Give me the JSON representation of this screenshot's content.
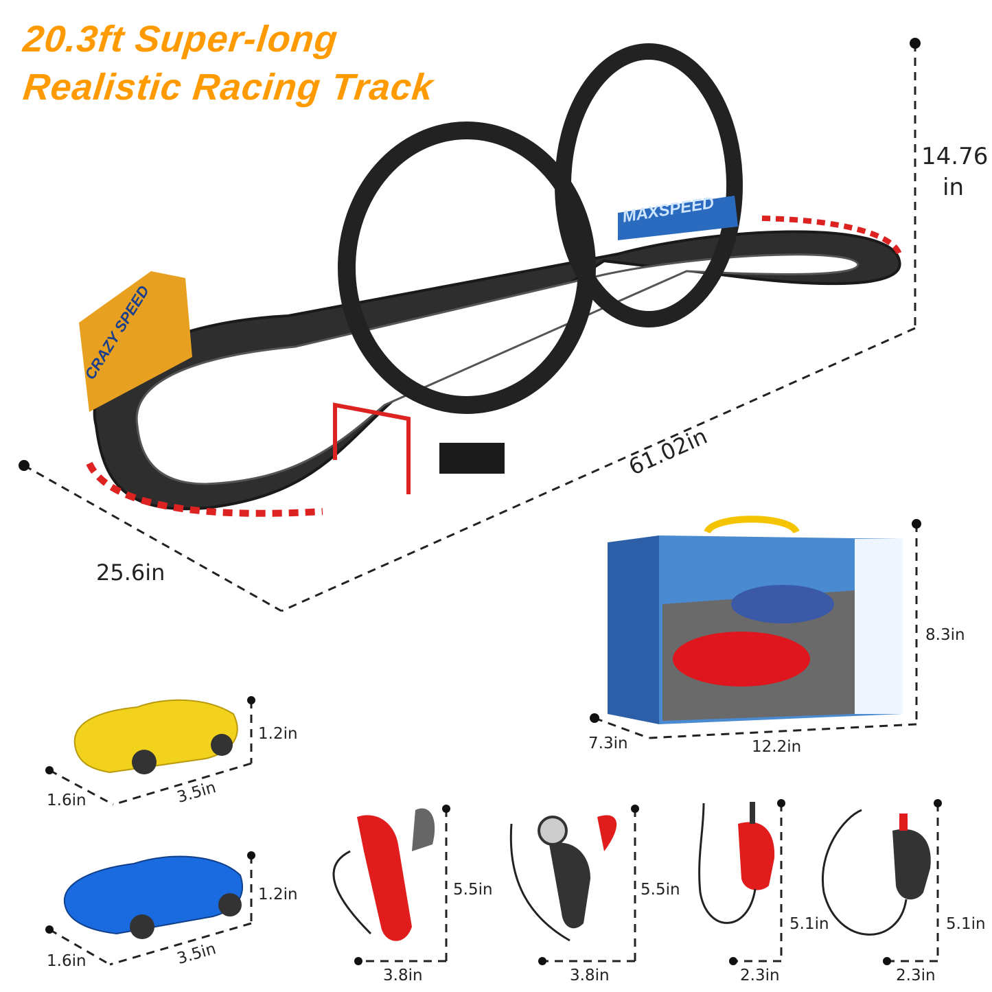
{
  "title": {
    "line1": "20.3ft Super-long",
    "line2": "Realistic Racing Track",
    "color": "#ff9a00"
  },
  "track": {
    "height": "14.76",
    "height_unit": "in",
    "length": "61.02in",
    "width": "25.6in",
    "banners": [
      "MAXSPEED",
      "CRAZY SPEED"
    ]
  },
  "box": {
    "height": "8.3in",
    "depth": "7.3in",
    "length": "12.2in"
  },
  "cars": [
    {
      "color": "yellow",
      "height": "1.2in",
      "width": "1.6in",
      "length": "3.5in"
    },
    {
      "color": "blue",
      "height": "1.2in",
      "width": "1.6in",
      "length": "3.5in"
    }
  ],
  "controllers": [
    {
      "color": "red",
      "height": "5.5in",
      "width": "3.8in"
    },
    {
      "color": "black",
      "height": "5.5in",
      "width": "3.8in"
    },
    {
      "color": "red",
      "height": "5.1in",
      "width": "2.3in"
    },
    {
      "color": "black",
      "height": "5.1in",
      "width": "2.3in"
    }
  ]
}
